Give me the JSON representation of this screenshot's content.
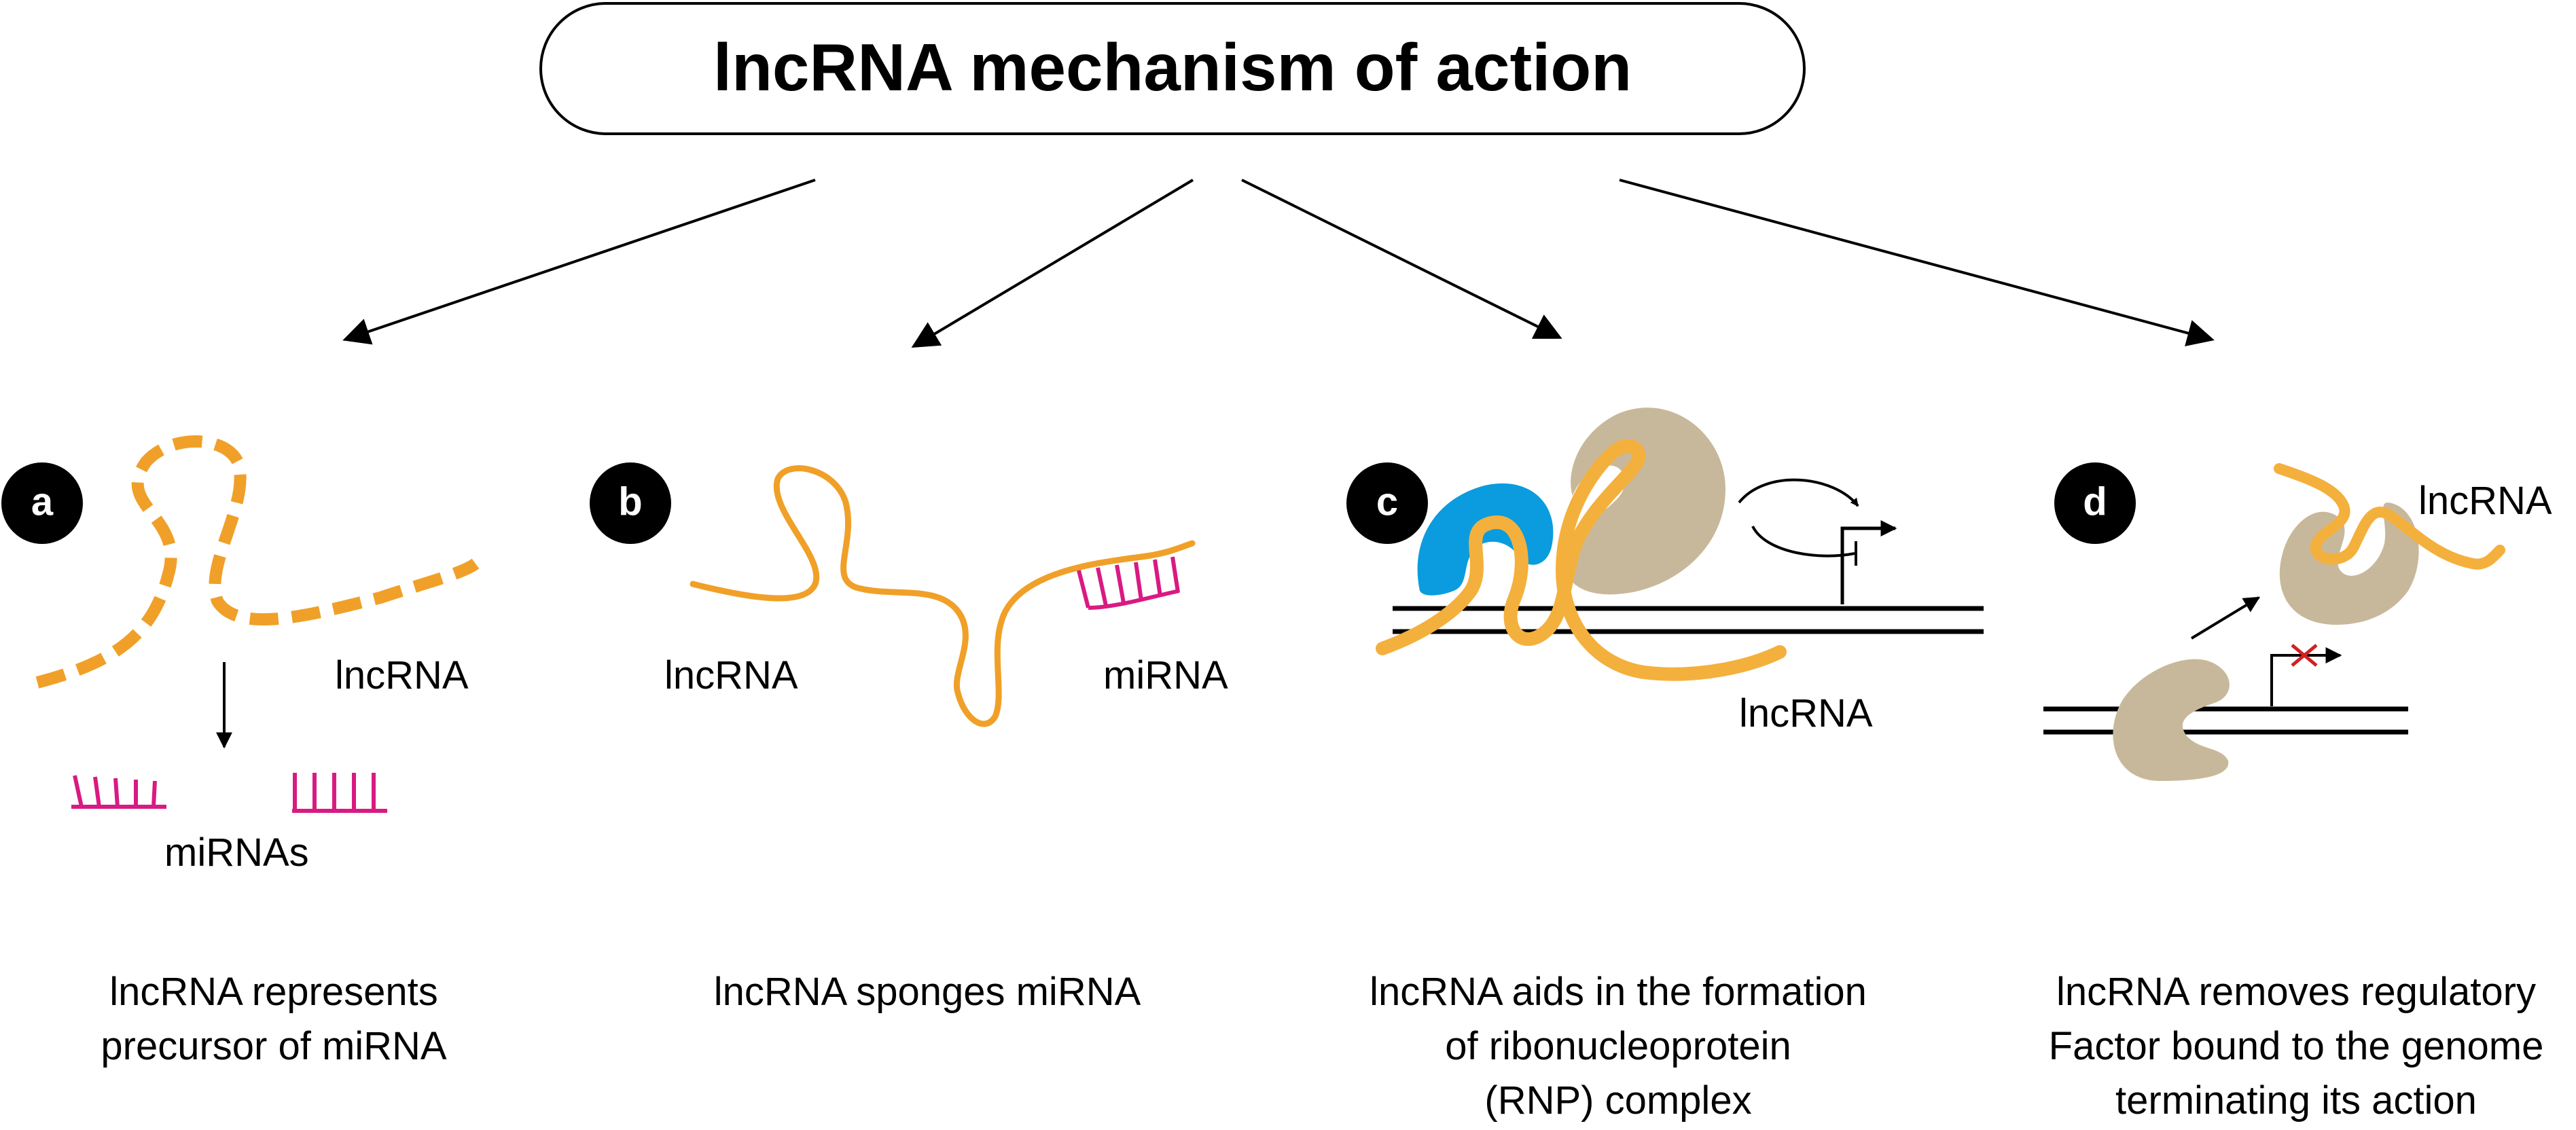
{
  "title": "lncRNA mechanism of action",
  "colors": {
    "lncrna": "#F0A028",
    "mirna": "#D91A82",
    "protein": "#C8B89B",
    "protein_blue": "#0A9CDE",
    "inhibit_x": "#D02020"
  },
  "panels": {
    "a": {
      "badge": "a",
      "lncrna_label": "lncRNA",
      "mirna_label": "miRNAs",
      "caption_line1": "lncRNA represents",
      "caption_line2": "precursor of miRNA"
    },
    "b": {
      "badge": "b",
      "lncrna_label": "lncRNA",
      "mirna_label": "miRNA",
      "caption_line1": "lncRNA sponges miRNA"
    },
    "c": {
      "badge": "c",
      "lncrna_label": "lncRNA",
      "caption_line1": "lncRNA aids in the formation",
      "caption_line2": "of ribonucleoprotein",
      "caption_line3": "(RNP) complex"
    },
    "d": {
      "badge": "d",
      "lncrna_label": "lncRNA",
      "caption_line1": "lncRNA removes regulatory",
      "caption_line2": "Factor bound to the genome",
      "caption_line3": "terminating its action"
    }
  }
}
